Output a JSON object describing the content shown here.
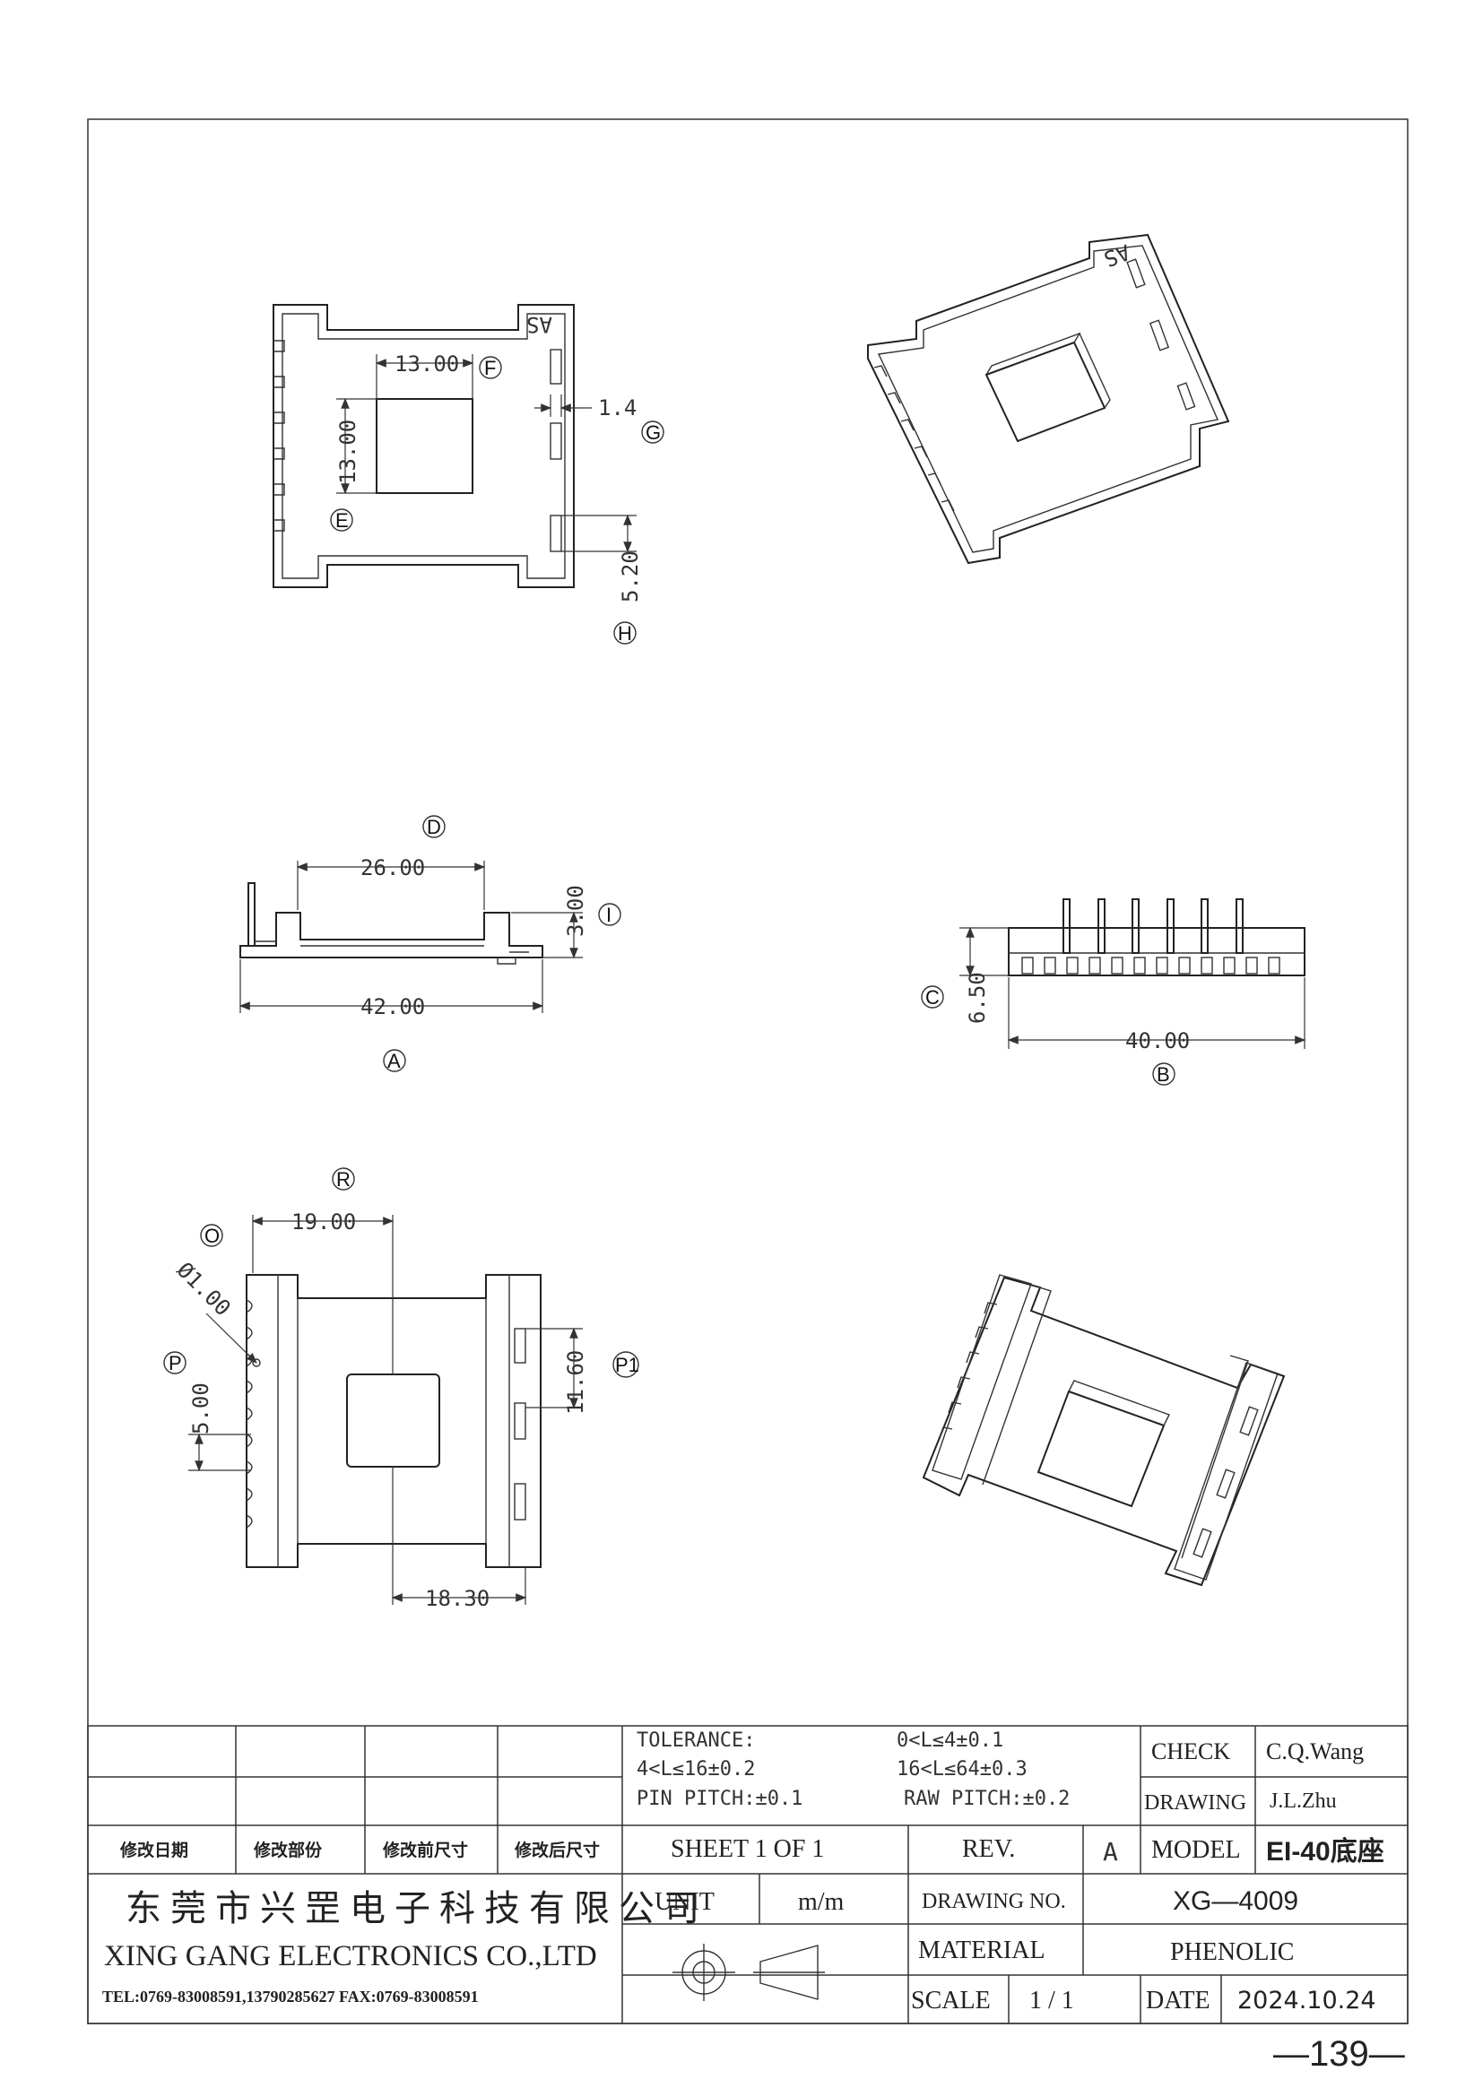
{
  "top_view": {
    "marking": "AS",
    "dims": [
      "13.00",
      "13.00",
      "1.4",
      "5.20"
    ],
    "labels": [
      "F",
      "E",
      "G",
      "H"
    ]
  },
  "iso_top": {
    "marking": "AS"
  },
  "front_view": {
    "dims": [
      "26.00",
      "3.00",
      "42.00"
    ],
    "labels": [
      "D",
      "I",
      "A"
    ]
  },
  "side_view": {
    "dims": [
      "6.50",
      "40.00"
    ],
    "labels": [
      "C",
      "B"
    ]
  },
  "bottom_view": {
    "dims": [
      "19.00",
      "Ø1.00",
      "11.60",
      "5.00",
      "18.30"
    ],
    "labels": [
      "R",
      "O",
      "P",
      "P1"
    ]
  },
  "title_block": {
    "tolerance_title": "TOLERANCE:",
    "tol_1": "0<L≤4±0.1",
    "tol_2": "4<L≤16±0.2",
    "tol_3": "16<L≤64±0.3",
    "pin_pitch": "PIN PITCH:±0.1",
    "raw_pitch": "RAW PITCH:±0.2",
    "check_label": "CHECK",
    "check_value": "C.Q.Wang",
    "drawing_label": "DRAWING",
    "drawing_value": "J.L.Zhu",
    "rev_date_hdr": "修改日期",
    "rev_part_hdr": "修改部份",
    "rev_before_hdr": "修改前尺寸",
    "rev_after_hdr": "修改后尺寸",
    "sheet": "SHEET 1 OF 1",
    "rev_label": "REV.",
    "rev_value": "A",
    "model_label": "MODEL",
    "model_value": "EI-40底座",
    "company_cn": "东 莞 市 兴 罡 电 子 科 技 有 限 公 司",
    "company_en": "XING GANG  ELECTRONICS CO.,LTD",
    "contact": "TEL:0769-83008591,13790285627 FAX:0769-83008591",
    "unit_label": "UNIT",
    "unit_value": "m/m",
    "drawing_no_label": "DRAWING  NO.",
    "drawing_no_value": "XG—4009",
    "material_label": "MATERIAL",
    "material_value": "PHENOLIC",
    "scale_label": "SCALE",
    "scale_value": "1  /  1",
    "date_label": "DATE",
    "date_value": "2024.10.24"
  },
  "page_number": "—139—"
}
